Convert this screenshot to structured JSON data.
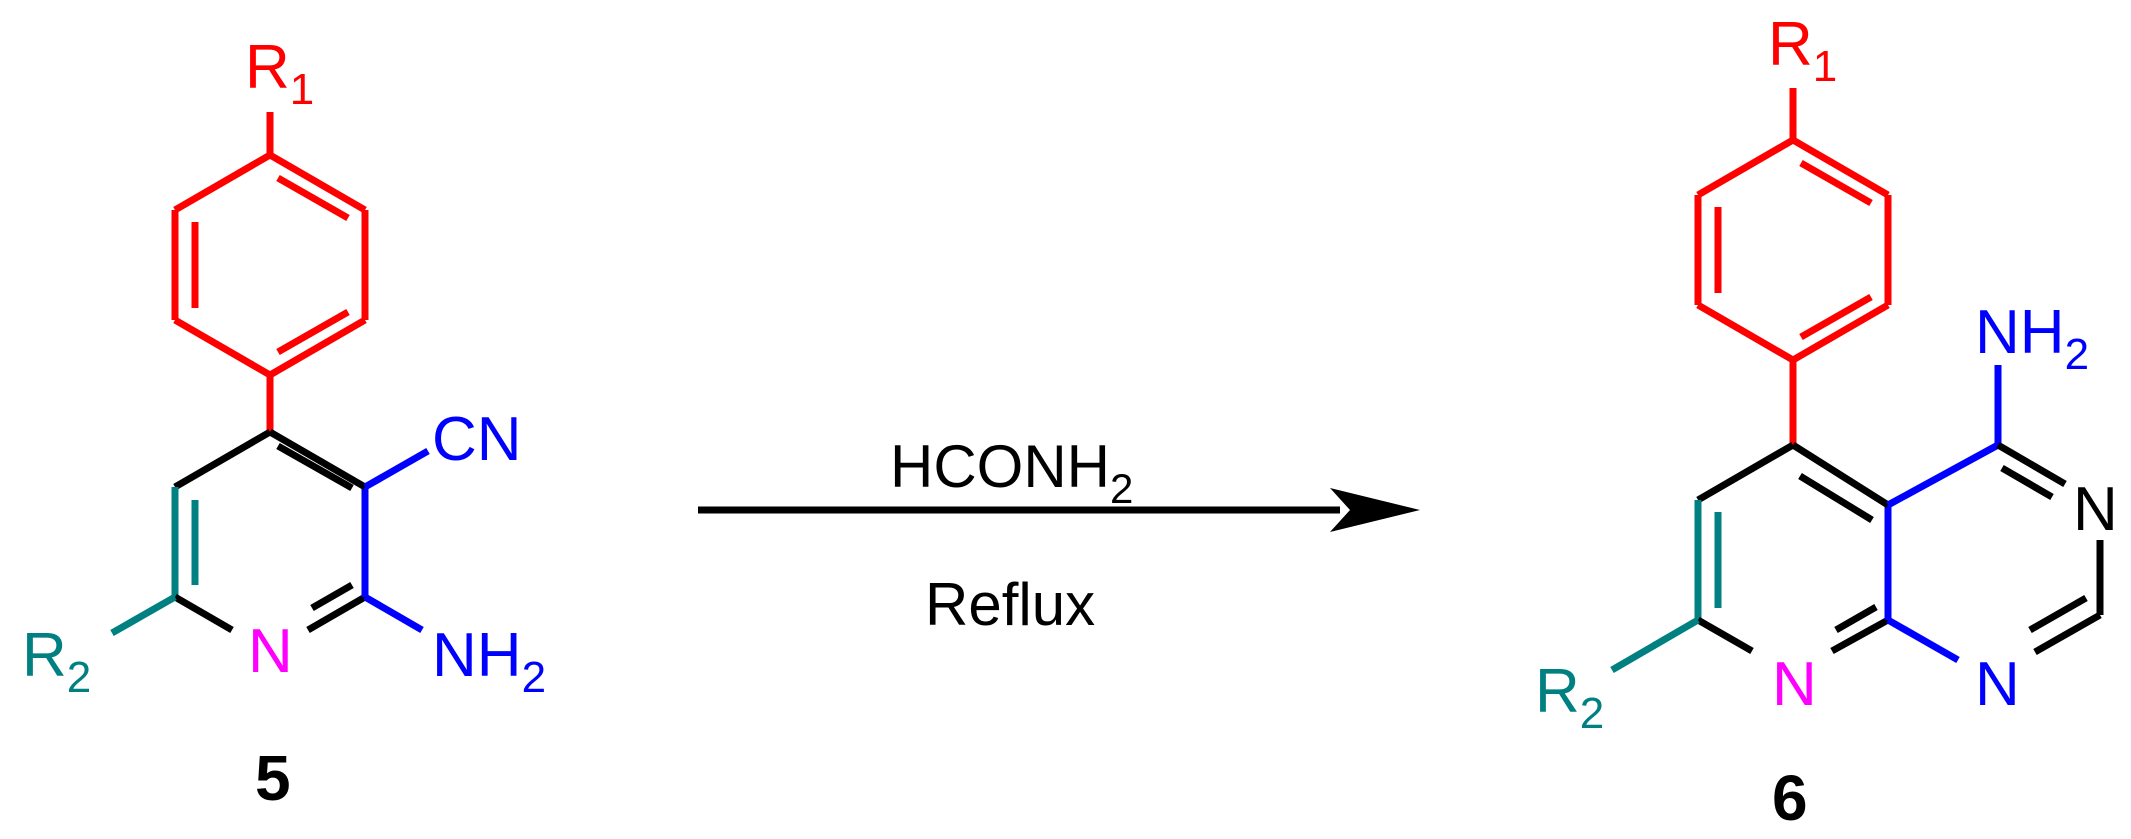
{
  "colors": {
    "aryl": "#ff0000",
    "pyridine_c": "#008080",
    "amine": "#0000ff",
    "pyridine_n": "#ff00ff",
    "skeleton": "#000000"
  },
  "reactant": {
    "r1": {
      "main": "R",
      "sub": "1"
    },
    "r2": {
      "main": "R",
      "sub": "2"
    },
    "cn": "CN",
    "ring_n": "N",
    "nh2": {
      "main": "NH",
      "sub": "2"
    },
    "compound_number": "5"
  },
  "reagents": {
    "above": {
      "main": "HCONH",
      "sub": "2"
    },
    "below": "Reflux"
  },
  "product": {
    "r1": {
      "main": "R",
      "sub": "1"
    },
    "r2": {
      "main": "R",
      "sub": "2"
    },
    "nh2": {
      "main": "NH",
      "sub": "2"
    },
    "ring_n_pyridine": "N",
    "ring_n_top": "N",
    "ring_n_bottom": "N",
    "compound_number": "6"
  }
}
